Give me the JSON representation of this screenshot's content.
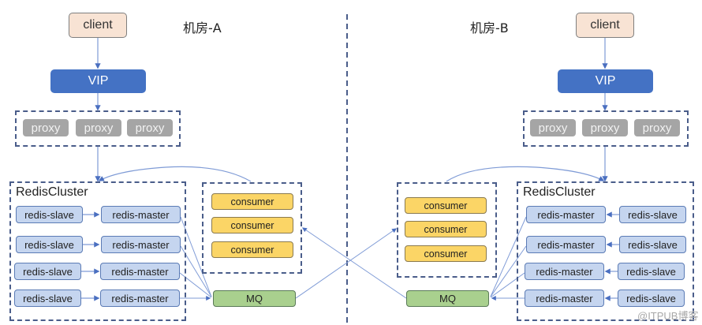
{
  "colors": {
    "line": "#7f9bd6",
    "divider": "#4a5d8a",
    "vip": "#4472c4",
    "client": "#f8e3d4",
    "proxy": "#a5a5a5",
    "redis": "#c5d5ef",
    "consumer": "#fbd566",
    "mq": "#a9d08e"
  },
  "room_a": {
    "label": "机房-A",
    "client": "client",
    "vip": "VIP",
    "proxies": [
      "proxy",
      "proxy",
      "proxy"
    ],
    "cluster_label": "RedisCluster",
    "redis_rows": [
      {
        "slave": "redis-slave",
        "master": "redis-master"
      },
      {
        "slave": "redis-slave",
        "master": "redis-master"
      },
      {
        "slave": "redis-slave",
        "master": "redis-master"
      },
      {
        "slave": "redis-slave",
        "master": "redis-master"
      }
    ],
    "consumers": [
      "consumer",
      "consumer",
      "consumer"
    ],
    "mq": "MQ"
  },
  "room_b": {
    "label": "机房-B",
    "client": "client",
    "vip": "VIP",
    "proxies": [
      "proxy",
      "proxy",
      "proxy"
    ],
    "cluster_label": "RedisCluster",
    "redis_rows": [
      {
        "master": "redis-master",
        "slave": "redis-slave"
      },
      {
        "master": "redis-master",
        "slave": "redis-slave"
      },
      {
        "master": "redis-master",
        "slave": "redis-slave"
      },
      {
        "master": "redis-master",
        "slave": "redis-slave"
      }
    ],
    "consumers": [
      "consumer",
      "consumer",
      "consumer"
    ],
    "mq": "MQ"
  },
  "watermark": "@ITPUB博客"
}
